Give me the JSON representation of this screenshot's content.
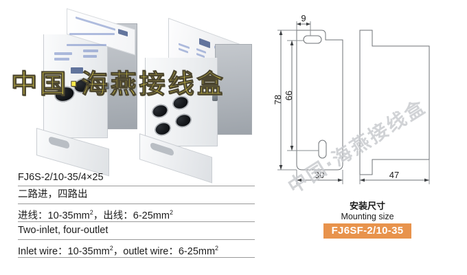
{
  "watermarks": {
    "photo": "中国·海燕接线盒",
    "drawing": "中国·海燕接线盒",
    "photo_color": "#fbe94a",
    "drawing_color": "#c9ccd0"
  },
  "product_photos": {
    "left_unit_name": "terminal-block-2-hole-view",
    "right_unit_name": "terminal-block-4-hole-view"
  },
  "spec_table": {
    "rows": [
      {
        "id": "model",
        "text": "FJ6S-2/10-35/4×25"
      },
      {
        "id": "config_cn",
        "text": "二路进，四路出"
      },
      {
        "id": "wire_cn_a",
        "text": "进线：10-35mm"
      },
      {
        "id": "wire_cn_b",
        "text": "，出线：6-25mm"
      },
      {
        "id": "config_en",
        "text": "Two-inlet, four-outlet"
      },
      {
        "id": "wire_en_a",
        "text": "Inlet wire：10-35mm"
      },
      {
        "id": "wire_en_b",
        "text": "，outlet wire：6-25mm"
      },
      {
        "id": "superscript",
        "text": "2"
      }
    ]
  },
  "drawing": {
    "dimensions": {
      "slot_width": "9",
      "total_height": "78",
      "inner_height": "66",
      "front_width": "30",
      "side_width": "47"
    }
  },
  "caption": {
    "title_cn": "安装尺寸",
    "title_en": "Mounting size",
    "badge_label": "FJ6SF-2/10-35",
    "badge_bg": "#e8934c",
    "badge_fg": "#ffffff"
  }
}
